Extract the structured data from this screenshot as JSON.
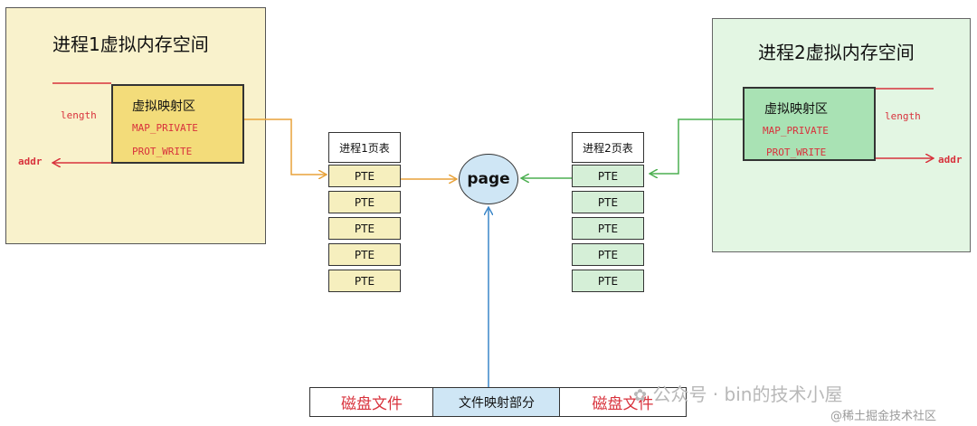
{
  "process1": {
    "title": "进程1虚拟内存空间",
    "vma": {
      "title": "虚拟映射区",
      "flag1": "MAP_PRIVATE",
      "flag2": "PROT_WRITE"
    },
    "length_label": "length",
    "addr_label": "addr"
  },
  "process2": {
    "title": "进程2虚拟内存空间",
    "vma": {
      "title": "虚拟映射区",
      "flag1": "MAP_PRIVATE",
      "flag2": "PROT_WRITE"
    },
    "length_label": "length",
    "addr_label": "addr"
  },
  "page_table1": {
    "title": "进程1页表",
    "entries": [
      "PTE",
      "PTE",
      "PTE",
      "PTE",
      "PTE"
    ]
  },
  "page_table2": {
    "title": "进程2页表",
    "entries": [
      "PTE",
      "PTE",
      "PTE",
      "PTE",
      "PTE"
    ]
  },
  "page": {
    "label": "page"
  },
  "file": {
    "left": "磁盘文件",
    "middle": "文件映射部分",
    "right": "磁盘文件"
  },
  "watermark": {
    "wechat": "公众号 · bin的技术小屋",
    "juejin": "@稀土掘金技术社区"
  },
  "colors": {
    "process1_bg": "#f9f2cc",
    "process1_vma": "#f3dc7a",
    "process2_bg": "#e3f6e3",
    "process2_vma": "#a9e2b4",
    "page_fill": "#cfe6f5",
    "red_text": "#d8323c",
    "orange_arrow": "#e8a23a",
    "green_arrow": "#4caf50",
    "blue_arrow": "#3a86c8"
  }
}
